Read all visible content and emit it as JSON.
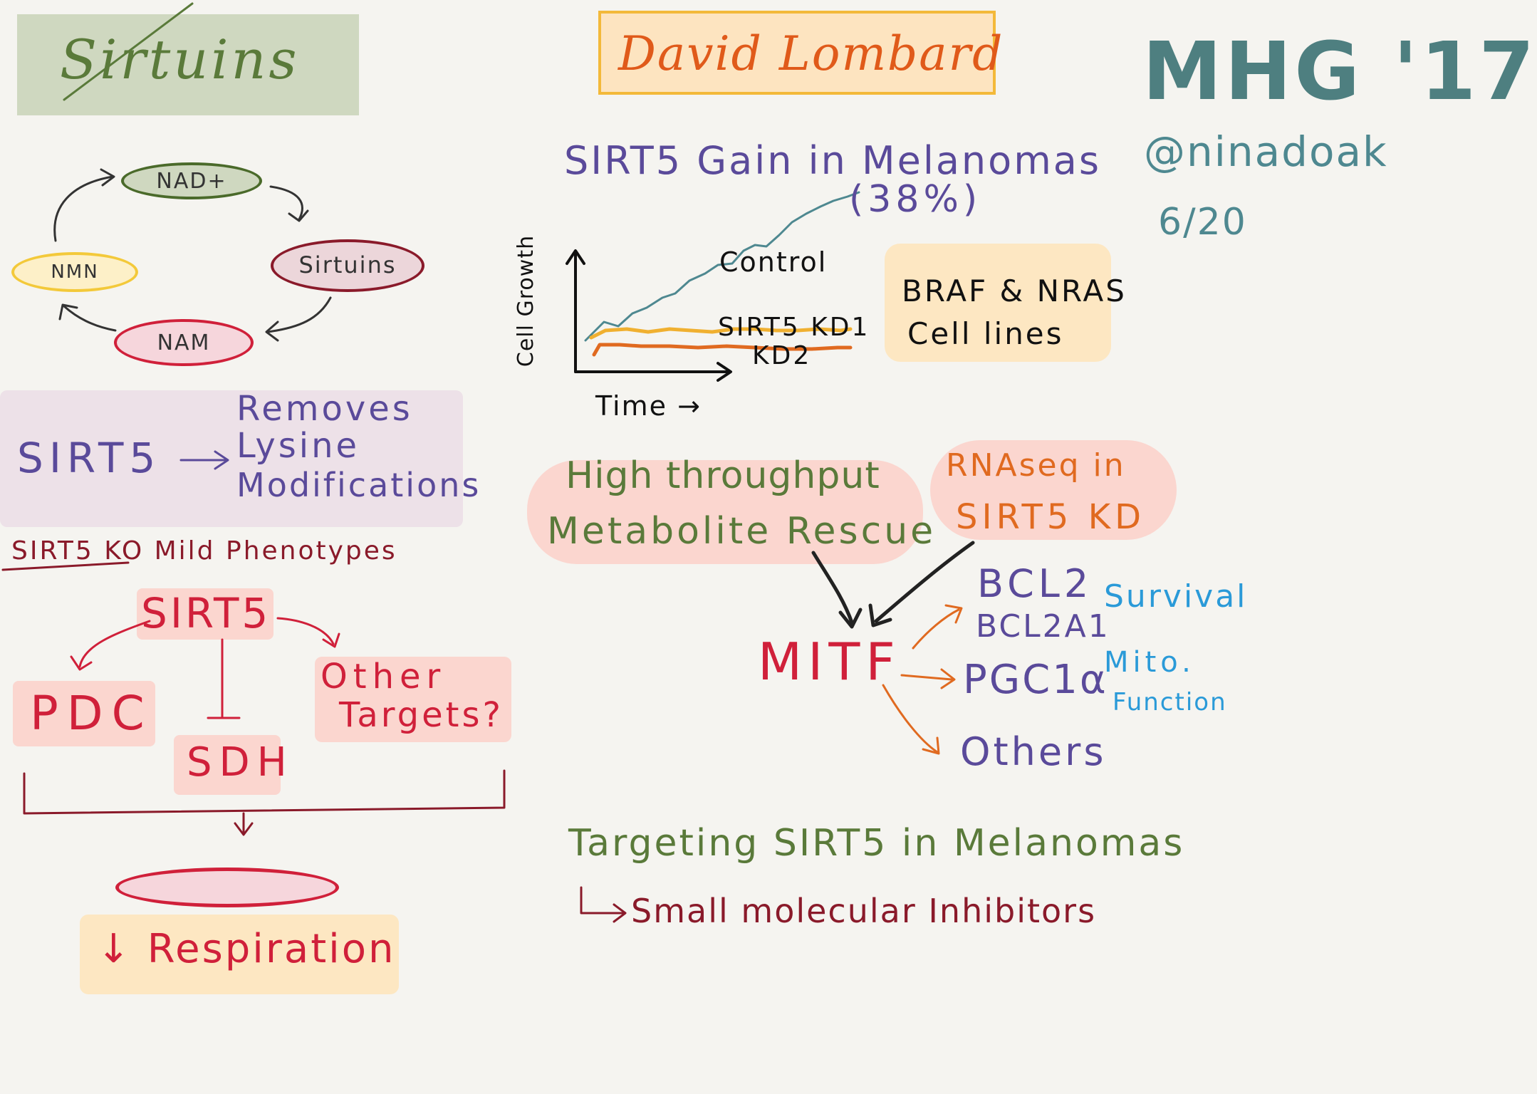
{
  "header": {
    "title": "Sirtuins",
    "speaker": "David Lombard",
    "event": "MHG '17",
    "handle": "@ninadoak",
    "date": "6/20"
  },
  "nad_cycle": {
    "nodes": {
      "nad": "NAD+",
      "sirtuins": "Sirtuins",
      "nam": "NAM",
      "nmn": "NMN"
    }
  },
  "sirt5_function": {
    "subject": "SIRT5",
    "arrow": "→",
    "lines": [
      "Removes",
      "Lysine",
      "Modifications"
    ]
  },
  "sirt5_ko": {
    "heading": "SIRT5 KO Mild Phenotypes",
    "root": "SIRT5",
    "targets": {
      "pdc": "PDC",
      "sdh": "SDH",
      "other_lines": [
        "Other",
        "Targets?"
      ]
    },
    "result": "↓ Respiration"
  },
  "melanoma": {
    "gain_title": "SIRT5 Gain in Melanomas",
    "gain_pct": "(38%)",
    "graph": {
      "ylabel": "Cell Growth",
      "xlabel": "Time →",
      "series": [
        "Control",
        "SIRT5 KD1",
        "KD2"
      ]
    },
    "cell_lines": [
      "BRAF & NRAS",
      "Cell lines"
    ],
    "screens": {
      "htp": [
        "High throughput",
        "Metabolite Rescue"
      ],
      "rnaseq": [
        "RNAseq in",
        "SIRT5 KD"
      ]
    },
    "mitf": {
      "label": "MITF",
      "targets": {
        "bcl2": "BCL2",
        "bcl2a1": "BCL2A1",
        "pgc1a": "PGC1α",
        "others": "Others"
      },
      "notes": {
        "survival": "Survival",
        "mito_lines": [
          "Mito.",
          "Function"
        ]
      }
    },
    "targeting": {
      "title": "Targeting SIRT5 in Melanomas",
      "sub": "Small molecular Inhibitors"
    }
  },
  "colors": {
    "background": "#f5f4f0",
    "teal": "#3d7a78",
    "purple": "#5a4a9a",
    "olive": "#5a7a3a",
    "maroon": "#8a1a2a",
    "red": "#d0203a",
    "orange": "#e06a20",
    "blue": "#2a9ad8"
  }
}
